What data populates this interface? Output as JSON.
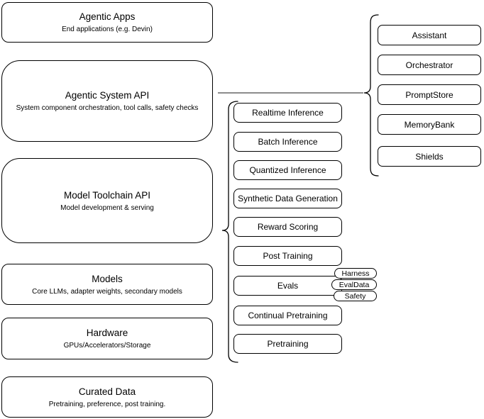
{
  "colors": {
    "node_fill": "#ffffff",
    "node_border": "#000000",
    "text": "#000000",
    "brace": "#000000",
    "connector": "#666666"
  },
  "layers": [
    {
      "title": "Agentic Apps",
      "subtitle": "End applications (e.g. Devin)"
    },
    {
      "title": "Agentic System API",
      "subtitle": "System component orchestration, tool calls, safety checks"
    },
    {
      "title": "Model Toolchain API",
      "subtitle": "Model development & serving"
    },
    {
      "title": "Models",
      "subtitle": "Core LLMs, adapter weights, secondary models"
    },
    {
      "title": "Hardware",
      "subtitle": "GPUs/Accelerators/Storage"
    },
    {
      "title": "Curated Data",
      "subtitle": "Pretraining, preference, post training."
    }
  ],
  "toolchain": {
    "items": [
      "Realtime Inference",
      "Batch Inference",
      "Quantized Inference",
      "Synthetic Data Generation",
      "Reward Scoring",
      "Post Training",
      "Evals",
      "Continual Pretraining",
      "Pretraining"
    ]
  },
  "eval_tags": {
    "items": [
      "Harness",
      "EvalData",
      "Safety"
    ]
  },
  "system_components": {
    "items": [
      "Assistant",
      "Orchestrator",
      "PromptStore",
      "MemoryBank",
      "Shields"
    ]
  }
}
